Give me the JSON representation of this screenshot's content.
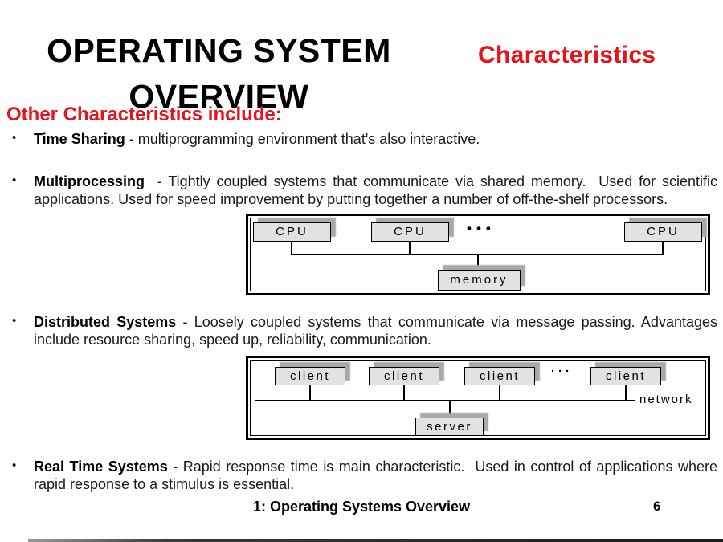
{
  "slide": {
    "title_line1": "OPERATING SYSTEM",
    "title_line2": "OVERVIEW",
    "heading_right": "Characteristics",
    "section_heading": "Other Characteristics include:"
  },
  "colors": {
    "accent_red": "#e8121a",
    "box_fill": "#e2e2e2",
    "box_shadow": "#a9a9a9"
  },
  "bullets": [
    {
      "marker": "•",
      "term": "Time Sharing",
      "rest": " - multiprogramming environment that's also interactive."
    },
    {
      "marker": "•",
      "term": "Multiprocessing",
      "rest": "  - Tightly coupled systems that communicate via shared memory.  Used for scientific applications. Used for speed improvement by putting together a number of off-the-shelf processors."
    },
    {
      "marker": "•",
      "term": "Distributed Systems",
      "rest": " - Loosely coupled systems that communicate via message passing. Advantages include resource sharing, speed up, reliability, communication."
    },
    {
      "marker": "•",
      "term": "Real Time Systems",
      "rest": " - Rapid response time is main characteristic.  Used in control of applications where rapid response to a stimulus is essential."
    }
  ],
  "multiprocessor_diagram": {
    "cpu1": "CPU",
    "cpu2": "CPU",
    "cpu3": "CPU",
    "ellipsis": "•••",
    "memory": "memory"
  },
  "distributed_diagram": {
    "client1": "client",
    "client2": "client",
    "client3": "client",
    "client4": "client",
    "ellipsis": "···",
    "server": "server",
    "network": "network"
  },
  "footer": {
    "caption": "1: Operating Systems Overview",
    "page_number": "6"
  }
}
